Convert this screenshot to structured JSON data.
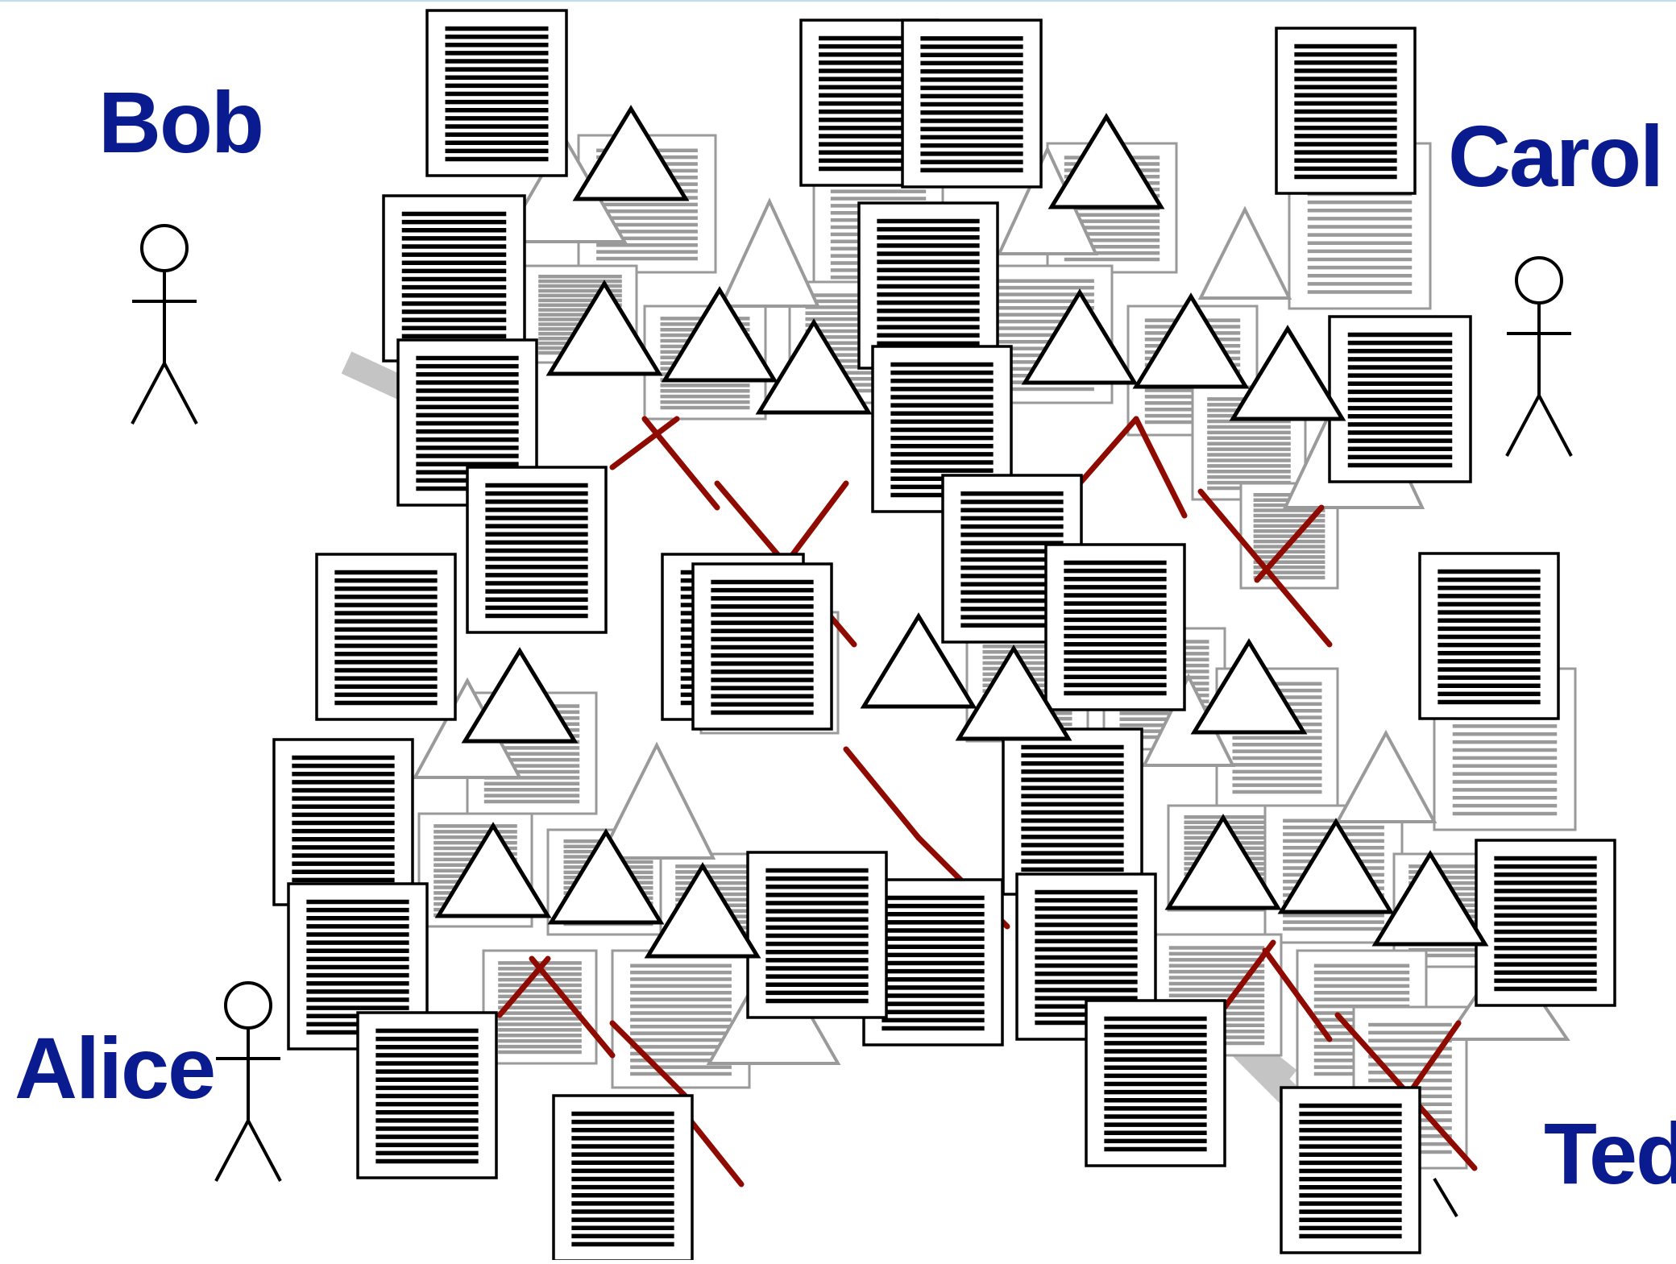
{
  "people": {
    "bob": "Bob",
    "carol": "Carol",
    "alice": "Alice",
    "ted": "Ted"
  },
  "colors": {
    "label": "#0a1a8f",
    "foreground_stroke": "#000000",
    "background_stroke": "#9a9a9a",
    "cross": "#8f0a00",
    "path": "#c4c4c4"
  },
  "icons": {
    "document": "document-icon",
    "triangle": "triangle-icon",
    "cross": "cross-mark-icon",
    "person": "stick-figure-icon"
  }
}
